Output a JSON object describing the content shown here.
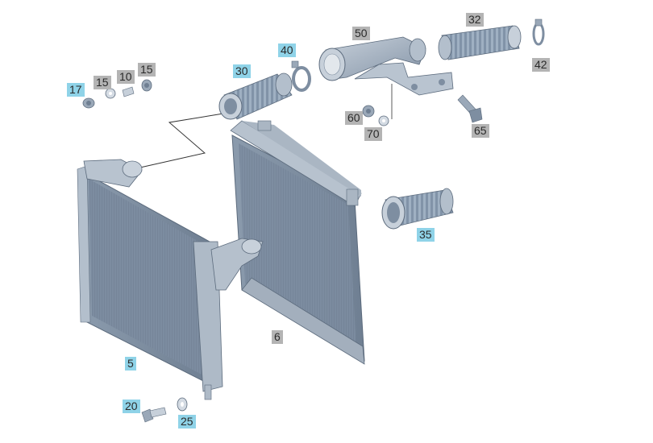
{
  "colors": {
    "part_fill": "#9aa8b8",
    "part_dark": "#6f7f92",
    "part_light": "#c7d0da",
    "callout_blue": "#8fd3e8",
    "callout_grey": "#b4b4b4",
    "line": "#333333"
  },
  "callouts": [
    {
      "id": "c17",
      "label": "17",
      "style": "blue"
    },
    {
      "id": "c15a",
      "label": "15",
      "style": "grey"
    },
    {
      "id": "c10",
      "label": "10",
      "style": "grey"
    },
    {
      "id": "c15b",
      "label": "15",
      "style": "grey"
    },
    {
      "id": "c30",
      "label": "30",
      "style": "blue"
    },
    {
      "id": "c40",
      "label": "40",
      "style": "blue"
    },
    {
      "id": "c50",
      "label": "50",
      "style": "grey"
    },
    {
      "id": "c32",
      "label": "32",
      "style": "grey"
    },
    {
      "id": "c42",
      "label": "42",
      "style": "grey"
    },
    {
      "id": "c60",
      "label": "60",
      "style": "grey"
    },
    {
      "id": "c70",
      "label": "70",
      "style": "grey"
    },
    {
      "id": "c65",
      "label": "65",
      "style": "grey"
    },
    {
      "id": "c35",
      "label": "35",
      "style": "blue"
    },
    {
      "id": "c6",
      "label": "6",
      "style": "grey"
    },
    {
      "id": "c5",
      "label": "5",
      "style": "blue"
    },
    {
      "id": "c20",
      "label": "20",
      "style": "blue"
    },
    {
      "id": "c25",
      "label": "25",
      "style": "blue"
    }
  ]
}
